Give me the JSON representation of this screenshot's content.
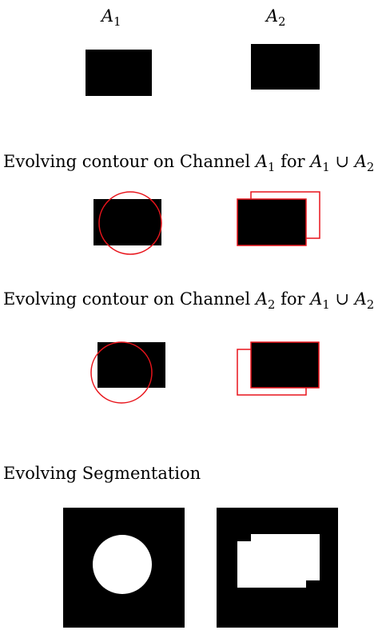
{
  "labels": {
    "a1": {
      "base": "A",
      "sub": "1"
    },
    "a2": {
      "base": "A",
      "sub": "2"
    }
  },
  "sections": {
    "channel_a1": {
      "prefix": "Evolving contour on Channel ",
      "channel": {
        "base": "A",
        "sub": "1"
      },
      "mid": " for ",
      "union": {
        "left": {
          "base": "A",
          "sub": "1"
        },
        "op": " ∪ ",
        "right": {
          "base": "A",
          "sub": "2"
        }
      }
    },
    "channel_a2": {
      "prefix": "Evolving contour on Channel ",
      "channel": {
        "base": "A",
        "sub": "2"
      },
      "mid": " for ",
      "union": {
        "left": {
          "base": "A",
          "sub": "1"
        },
        "op": " ∪ ",
        "right": {
          "base": "A",
          "sub": "2"
        }
      }
    },
    "segmentation": {
      "title": "Evolving Segmentation"
    }
  },
  "colors": {
    "shape": "#000000",
    "contour": "#e8141b",
    "background": "#ffffff",
    "segmentation_fg": "#ffffff"
  }
}
